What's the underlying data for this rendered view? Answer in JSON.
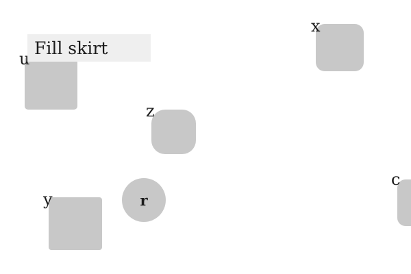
{
  "task": {
    "instruction": "Fill skirt"
  },
  "shapes": {
    "u": {
      "label": "u",
      "kind": "square"
    },
    "x": {
      "label": "x",
      "kind": "rounded-square"
    },
    "z": {
      "label": "z",
      "kind": "rounded-square"
    },
    "r": {
      "label": "r",
      "kind": "circle"
    },
    "y": {
      "label": "y",
      "kind": "square"
    },
    "c": {
      "label": "c",
      "kind": "rounded-square"
    }
  },
  "colors": {
    "background": "#ffffff",
    "shape_fill": "#c8c8c8",
    "banner_fill": "#efefef",
    "text": "#1b1b1b"
  }
}
